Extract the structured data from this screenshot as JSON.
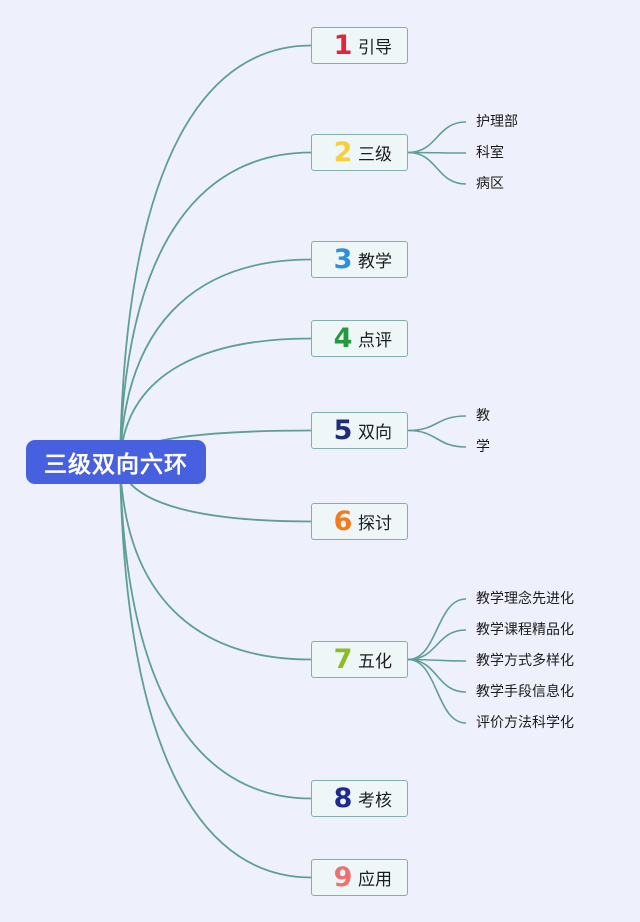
{
  "root": {
    "label": "三级双向六环"
  },
  "colors": {
    "connector": "#5e9e97",
    "root_bg": "#4660df",
    "box_border": "#7fb0ac",
    "box_bg": "#eef6f8"
  },
  "branches": [
    {
      "number": "1",
      "label": "引导",
      "number_color": "#e0263e",
      "children": []
    },
    {
      "number": "2",
      "label": "三级",
      "number_color": "#f5d03c",
      "children": [
        "护理部",
        "科室",
        "病区"
      ]
    },
    {
      "number": "3",
      "label": "教学",
      "number_color": "#2d8fd9",
      "children": []
    },
    {
      "number": "4",
      "label": "点评",
      "number_color": "#239a3d",
      "children": []
    },
    {
      "number": "5",
      "label": "双向",
      "number_color": "#1f2c7a",
      "children": [
        "教",
        "学"
      ]
    },
    {
      "number": "6",
      "label": "探讨",
      "number_color": "#f47a1e",
      "children": []
    },
    {
      "number": "7",
      "label": "五化",
      "number_color": "#8dbb24",
      "children": [
        "教学理念先进化",
        "教学课程精品化",
        "教学方式多样化",
        "教学手段信息化",
        "评价方法科学化"
      ]
    },
    {
      "number": "8",
      "label": "考核",
      "number_color": "#1e2a8e",
      "children": []
    },
    {
      "number": "9",
      "label": "应用",
      "number_color": "#f06f70",
      "children": []
    }
  ]
}
